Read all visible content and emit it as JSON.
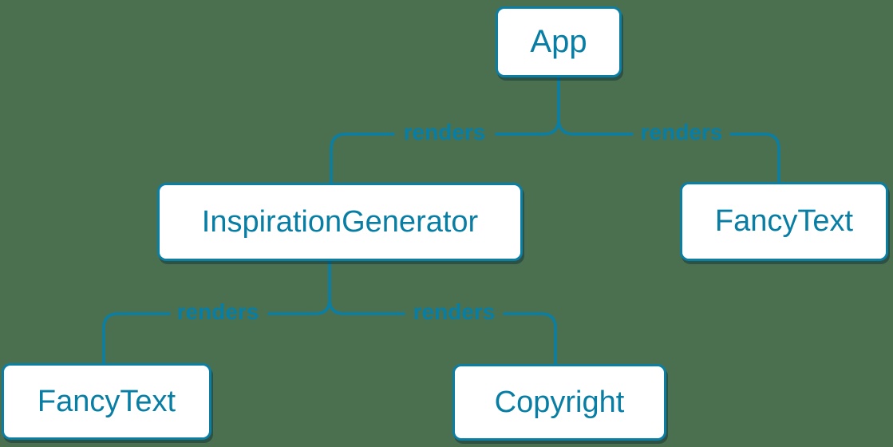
{
  "diagram": {
    "type": "tree",
    "background_color": "#4A7050",
    "accent_color": "#087EA4",
    "node_fill_color": "#FFFFFF",
    "nodes": [
      {
        "id": "app",
        "label": "App"
      },
      {
        "id": "inspiration-generator",
        "label": "InspirationGenerator"
      },
      {
        "id": "fancy-text-top",
        "label": "FancyText"
      },
      {
        "id": "fancy-text-bottom",
        "label": "FancyText"
      },
      {
        "id": "copyright",
        "label": "Copyright"
      }
    ],
    "edges": [
      {
        "from": "App",
        "to": "InspirationGenerator",
        "label": "renders"
      },
      {
        "from": "App",
        "to": "FancyText",
        "label": "renders"
      },
      {
        "from": "InspirationGenerator",
        "to": "FancyText",
        "label": "renders"
      },
      {
        "from": "InspirationGenerator",
        "to": "Copyright",
        "label": "renders"
      }
    ]
  }
}
